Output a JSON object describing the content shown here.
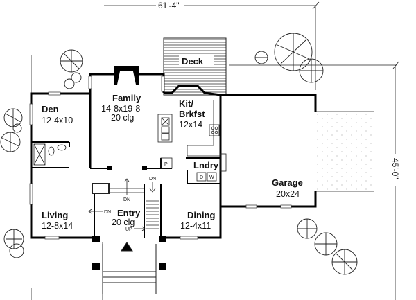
{
  "dimensions": {
    "width": "61'-4\"",
    "depth": "45'-0\""
  },
  "rooms": {
    "deck": {
      "name": "Deck"
    },
    "den": {
      "name": "Den",
      "size": "12-4x10"
    },
    "family": {
      "name": "Family",
      "size": "14-8x19-8",
      "ceiling": "20 clg"
    },
    "kitchen": {
      "name_line1": "Kit/",
      "name_line2": "Brkfst",
      "size": "12x14"
    },
    "laundry": {
      "name": "Lndry",
      "dryer": "D",
      "washer": "W"
    },
    "pantry": {
      "name": "P"
    },
    "garage": {
      "name": "Garage",
      "size": "20x24"
    },
    "living": {
      "name": "Living",
      "size": "12-8x14"
    },
    "entry": {
      "name": "Entry",
      "ceiling": "20 clg"
    },
    "dining": {
      "name": "Dining",
      "size": "12-4x11"
    }
  },
  "stairs": {
    "down_1": "DN",
    "down_2": "DN",
    "down_3": "DN",
    "up": "UP"
  }
}
